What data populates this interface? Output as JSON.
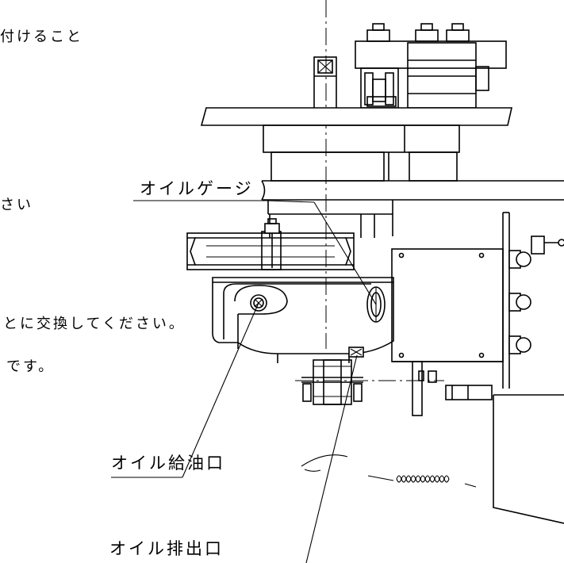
{
  "notes": {
    "line1": "付けること",
    "line2": "さい",
    "line3": "とに交換してください。",
    "line4": "です。"
  },
  "labels": {
    "oil_gauge": "オイルゲージ",
    "oil_fill_port": "オイル給油口",
    "oil_drain_port": "オイル排出口"
  },
  "colors": {
    "line": "#000000",
    "background": "#ffffff"
  }
}
